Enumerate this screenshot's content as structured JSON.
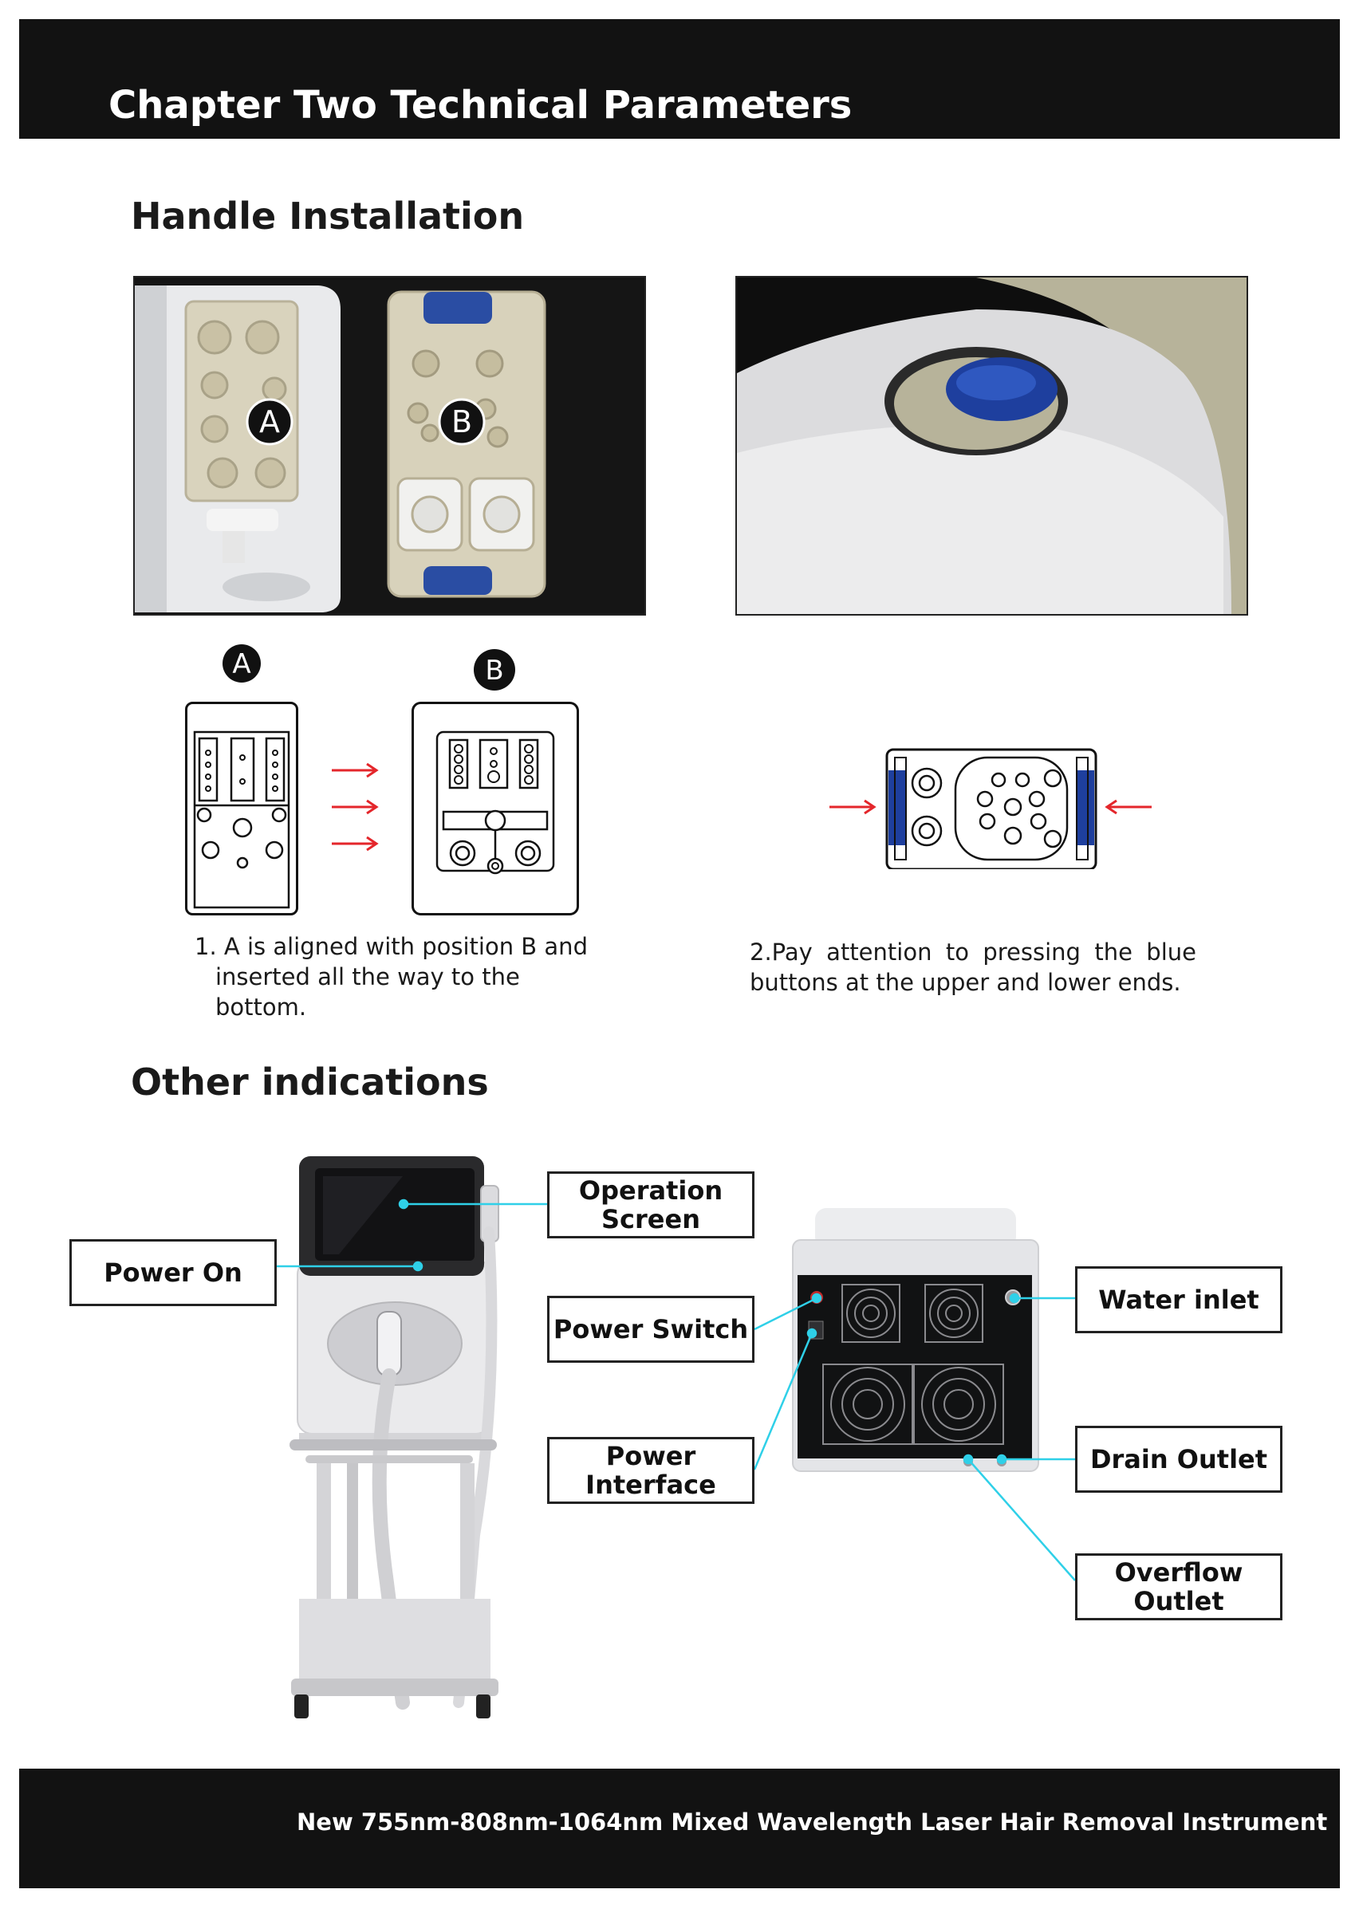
{
  "header": {
    "title": "Chapter Two Technical Parameters"
  },
  "handle_section": {
    "title": "Handle Installation",
    "marker_a": "A",
    "marker_b": "B",
    "step1": {
      "line1": "1. A is aligned with position B and",
      "line2": "inserted all the way to the bottom."
    },
    "step2": {
      "line1": "2.Pay attention to pressing the blue",
      "line2": "buttons at the upper and lower ends."
    }
  },
  "other_section": {
    "title": "Other indications",
    "labels": {
      "operation_screen_line1": "Operation",
      "operation_screen_line2": "Screen",
      "power_on": "Power On",
      "power_switch": "Power Switch",
      "power_interface": "Power Interface",
      "water_inlet": "Water inlet",
      "drain_outlet": "Drain Outlet",
      "overflow_outlet": "Overflow Outlet"
    }
  },
  "footer": {
    "text": "New 755nm-808nm-1064nm Mixed Wavelength Laser Hair Removal Instrument"
  },
  "colors": {
    "band": "#121212",
    "arrow_red": "#e4262b",
    "leader_cyan": "#2fd0e8",
    "button_blue": "#1e3f9e"
  }
}
